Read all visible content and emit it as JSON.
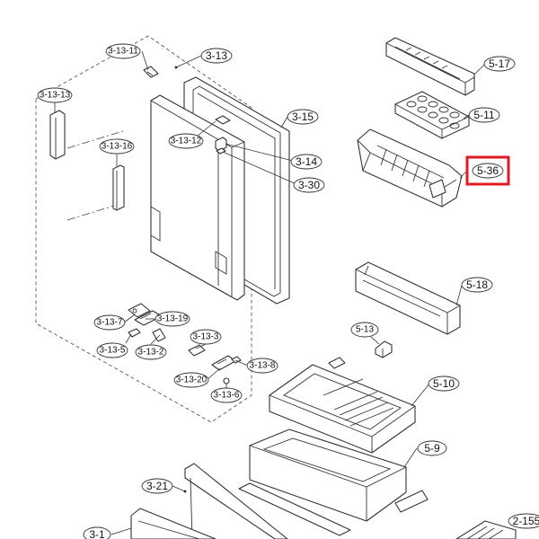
{
  "highlight_color": "#e01b24",
  "callouts": {
    "c_3_13_11": "3-13-11",
    "c_3_13": "3-13",
    "c_3_13_13": "3-13-13",
    "c_3_15": "3-15",
    "c_3_13_12": "3-13-12",
    "c_3_13_16": "3-13-16",
    "c_3_14": "3-14",
    "c_3_30": "3-30",
    "c_3_13_7": "3-13-7",
    "c_3_13_19": "3-13-19",
    "c_3_13_5": "3-13-5",
    "c_3_13_2": "3-13-2",
    "c_3_13_3": "3-13-3",
    "c_3_13_8": "3-13-8",
    "c_3_13_20": "3-13-20",
    "c_3_13_6": "3-13-6",
    "c_5_17": "5-17",
    "c_5_11": "5-11",
    "c_5_36": "5-36",
    "c_5_18": "5-18",
    "c_5_13": "5-13",
    "c_5_10": "5-10",
    "c_5_9": "5-9",
    "c_3_21": "3-21",
    "c_3_1": "3-1",
    "c_2_155": "2-155"
  }
}
